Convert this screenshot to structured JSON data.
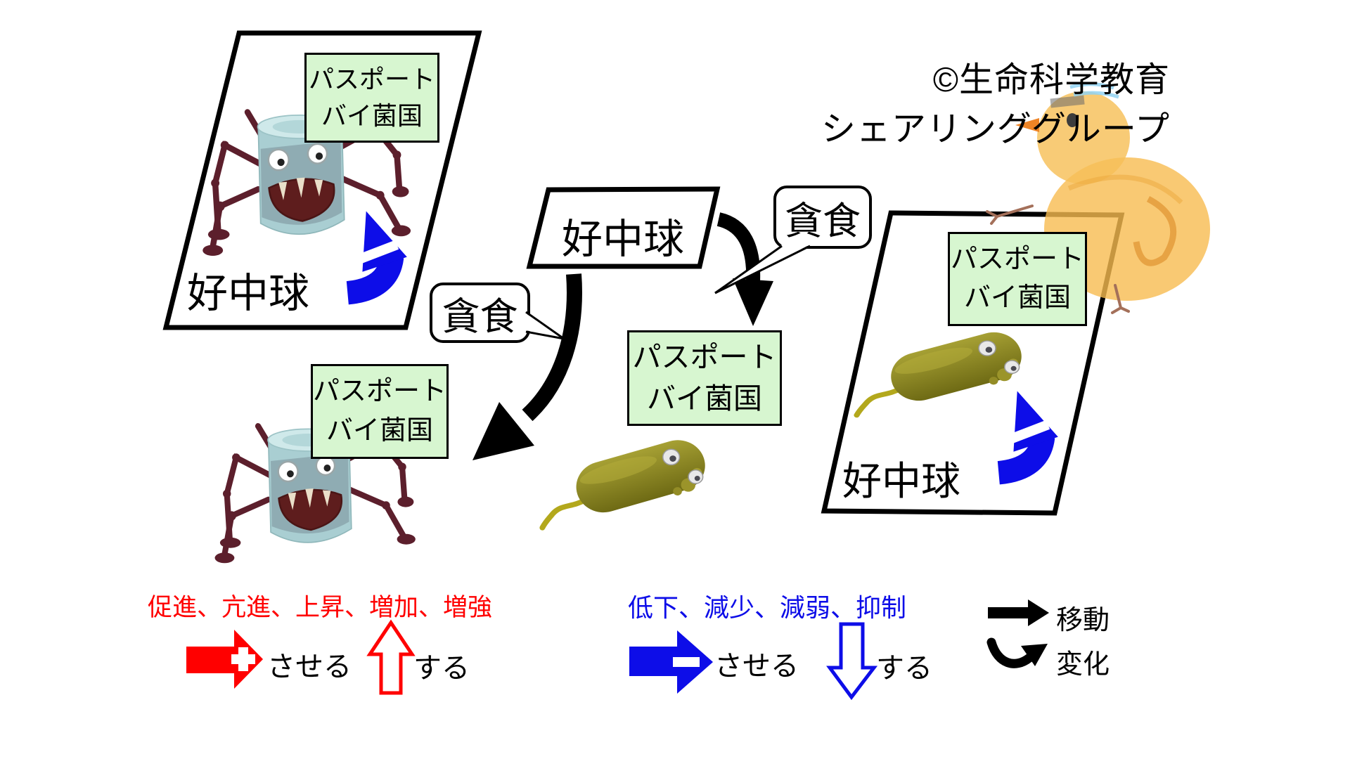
{
  "copyright": {
    "line1": "©生命科学教育",
    "line2": "シェアリンググループ"
  },
  "nodes": {
    "center_neutrophil": "好中球",
    "left_card_owner": "好中球",
    "right_card_owner": "好中球"
  },
  "passports": {
    "top_left": {
      "line1": "パスポート",
      "line2": "バイ菌国"
    },
    "bottom_left": {
      "line1": "パスポート",
      "line2": "バイ菌国"
    },
    "center": {
      "line1": "パスポート",
      "line2": "バイ菌国"
    },
    "right": {
      "line1": "パスポート",
      "line2": "バイ菌国"
    }
  },
  "callouts": {
    "left": "貪食",
    "right": "貪食"
  },
  "legend": {
    "increase": {
      "words": "促進、亢進、上昇、増加、増強",
      "cause": "させる",
      "do": "する"
    },
    "decrease": {
      "words": "低下、減少、減弱、抑制",
      "cause": "させる",
      "do": "する"
    },
    "movement": "移動",
    "change": "変化"
  },
  "icons": {
    "phagocytosis-arrow-left": "thick black curved arrow pointing down-left",
    "phagocytosis-arrow-right": "thick black curved arrow pointing down",
    "decrease-curved-arrow": "blue bent arrow with white minus bar",
    "increase-solid-arrow": "red right arrow with white plus",
    "increase-hollow-arrow": "red outlined up arrow",
    "decrease-solid-arrow": "blue right arrow with white minus",
    "decrease-hollow-arrow": "blue outlined down arrow",
    "movement-arrow": "solid black right arrow",
    "change-arrow": "curved black swoosh arrow",
    "germ-character": "teal spider-like germ with googly eyes and teeth",
    "bacterium-character": "olive rod bacterium with flagellum and googly eyes",
    "chick-drawing": "hand-drawn orange chick"
  },
  "colors": {
    "increase_red": "#ff0000",
    "decrease_blue": "#0d0de8",
    "passport_green": "#d7f6d0",
    "ink_black": "#000000",
    "germ_teal": "#a9ced2",
    "bacteria_olive": "#8d8820",
    "chick_orange": "#f7bb50"
  }
}
